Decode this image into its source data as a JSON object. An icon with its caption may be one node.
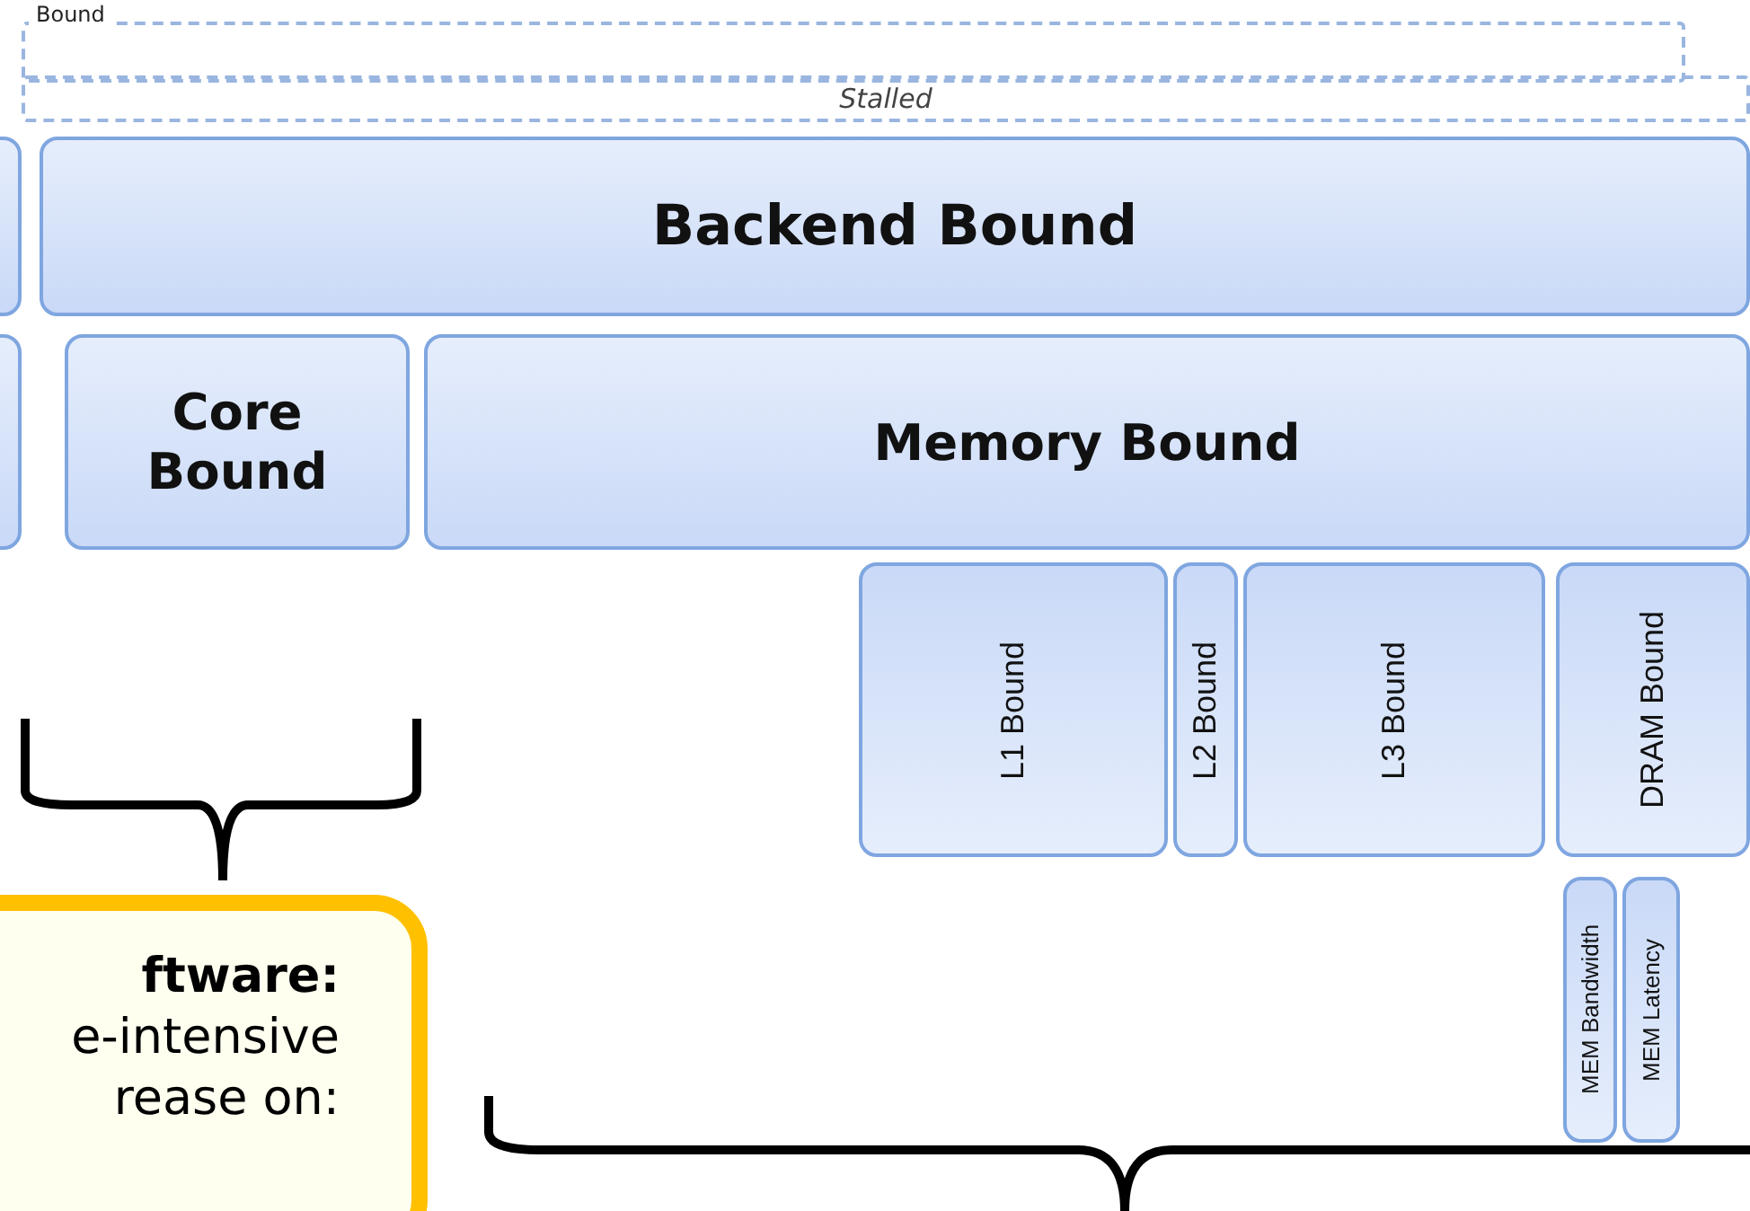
{
  "diagram": {
    "nodes": [
      {
        "text": [],
        "shape": "box"
      },
      {
        "text": [
          "Stalled"
        ]
      },
      {
        "text": [],
        "shape": "box"
      },
      {
        "text": [
          "Backend Bound"
        ]
      },
      {
        "text": [],
        "shape": "box"
      },
      {
        "text": [
          "Core Bound"
        ]
      },
      {
        "text": [
          "Memory Bound"
        ]
      },
      {
        "text": [
          "L1 Bound"
        ]
      },
      {
        "text": [
          "L2 Bound"
        ]
      },
      {
        "text": [
          "L3 Bound"
        ]
      },
      {
        "text": [
          "DRAM Bound"
        ]
      },
      {
        "text": [
          "MEM Bandwidth"
        ]
      },
      {
        "text": [
          "MEM Latency"
        ]
      },
      {
        "text": [
          "ftware:",
          "e-intensive rease on:"
        ]
      }
    ],
    "labels": [
      "Bound"
    ]
  }
}
